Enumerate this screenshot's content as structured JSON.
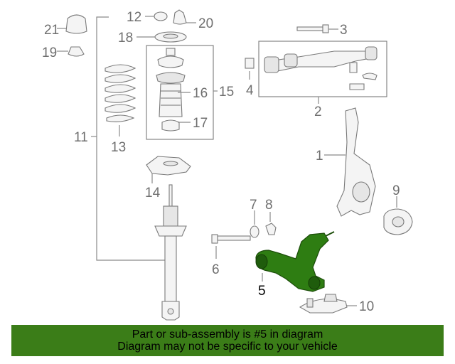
{
  "callouts": {
    "c1": "1",
    "c2": "2",
    "c3": "3",
    "c4": "4",
    "c5": "5",
    "c6": "6",
    "c7": "7",
    "c8": "8",
    "c9": "9",
    "c10": "10",
    "c11": "11",
    "c12": "12",
    "c13": "13",
    "c14": "14",
    "c15": "15",
    "c16": "16",
    "c17": "17",
    "c18": "18",
    "c19": "19",
    "c20": "20",
    "c21": "21"
  },
  "banner": {
    "line1": "Part or sub-assembly is #5 in diagram",
    "line2": "Diagram may not be specific to your vehicle",
    "color": "#3b7d18"
  },
  "highlight_color": "#2e7d12"
}
